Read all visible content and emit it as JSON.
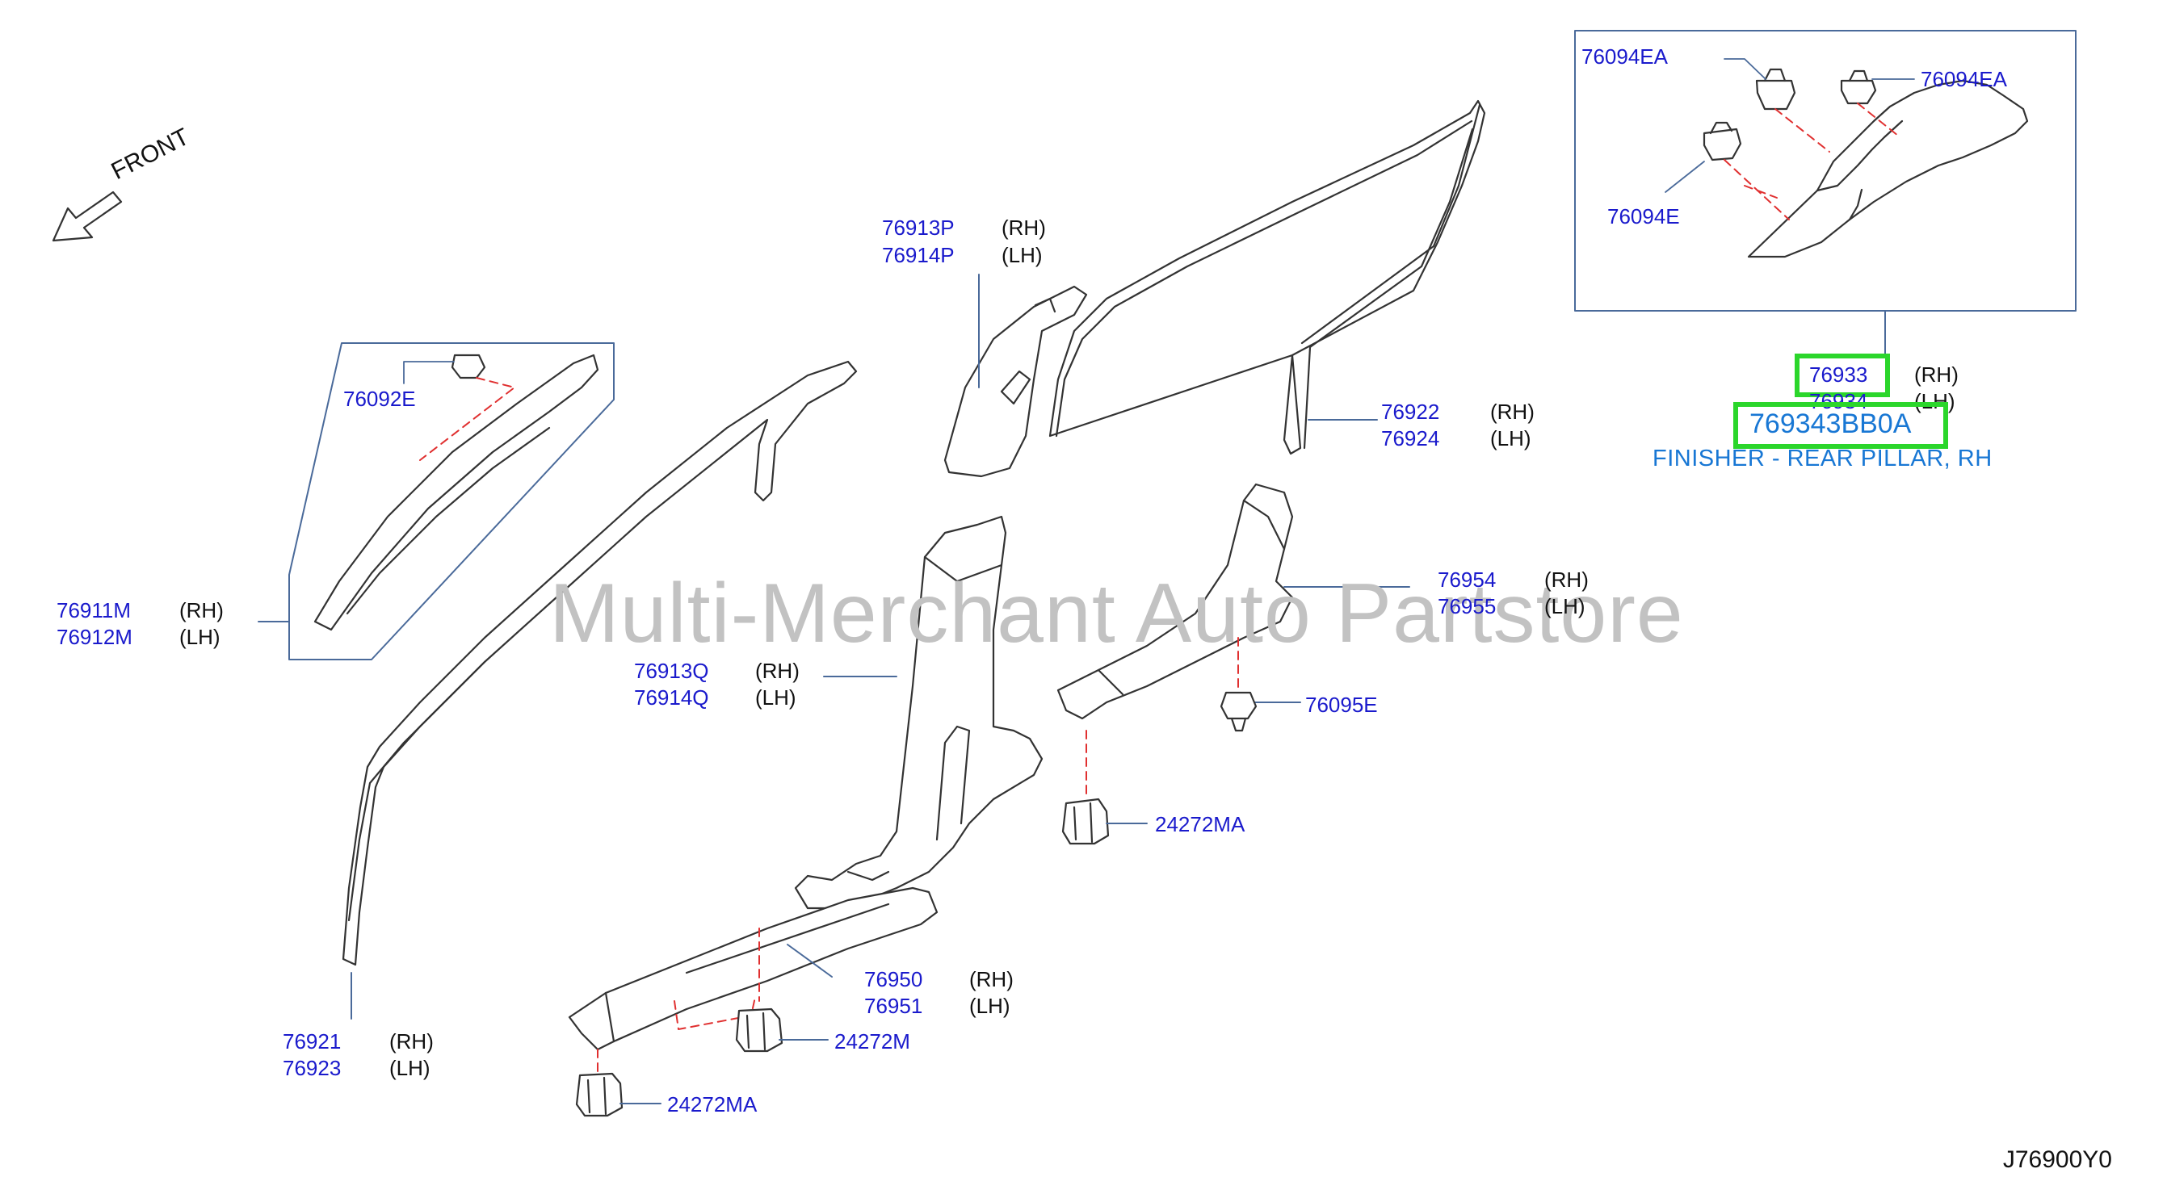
{
  "watermark": "Multi-Merchant Auto Partstore",
  "diagram_code": "J76900Y0",
  "front_label": "FRONT",
  "highlight": {
    "part_number": "769343BB0A",
    "description": "FINISHER - REAR PILLAR, RH",
    "color": "#2bd62b"
  },
  "callouts": {
    "p76094EA_left": "76094EA",
    "p76094EA_right": "76094EA",
    "p76094E_inset": "76094E",
    "p76933": "76933",
    "p76933_side": "(RH)",
    "p76934": "76934",
    "p76934_side": "(LH)",
    "p76913P": "76913P",
    "p76913P_side": "(RH)",
    "p76914P": "76914P",
    "p76914P_side": "(LH)",
    "p76092E": "76092E",
    "p76922": "76922",
    "p76922_side": "(RH)",
    "p76924": "76924",
    "p76924_side": "(LH)",
    "p76911M": "76911M",
    "p76911M_side": "(RH)",
    "p76912M": "76912M",
    "p76912M_side": "(LH)",
    "p76954": "76954",
    "p76954_side": "(RH)",
    "p76955": "76955",
    "p76955_side": "(LH)",
    "p76913Q": "76913Q",
    "p76913Q_side": "(RH)",
    "p76914Q": "76914Q",
    "p76914Q_side": "(LH)",
    "p76095E": "76095E",
    "p24272MA_upper": "24272MA",
    "p76950": "76950",
    "p76950_side": "(RH)",
    "p76951": "76951",
    "p76951_side": "(LH)",
    "p24272M": "24272M",
    "p24272MA_lower": "24272MA",
    "p76921": "76921",
    "p76921_side": "(RH)",
    "p76923": "76923",
    "p76923_side": "(LH)"
  }
}
